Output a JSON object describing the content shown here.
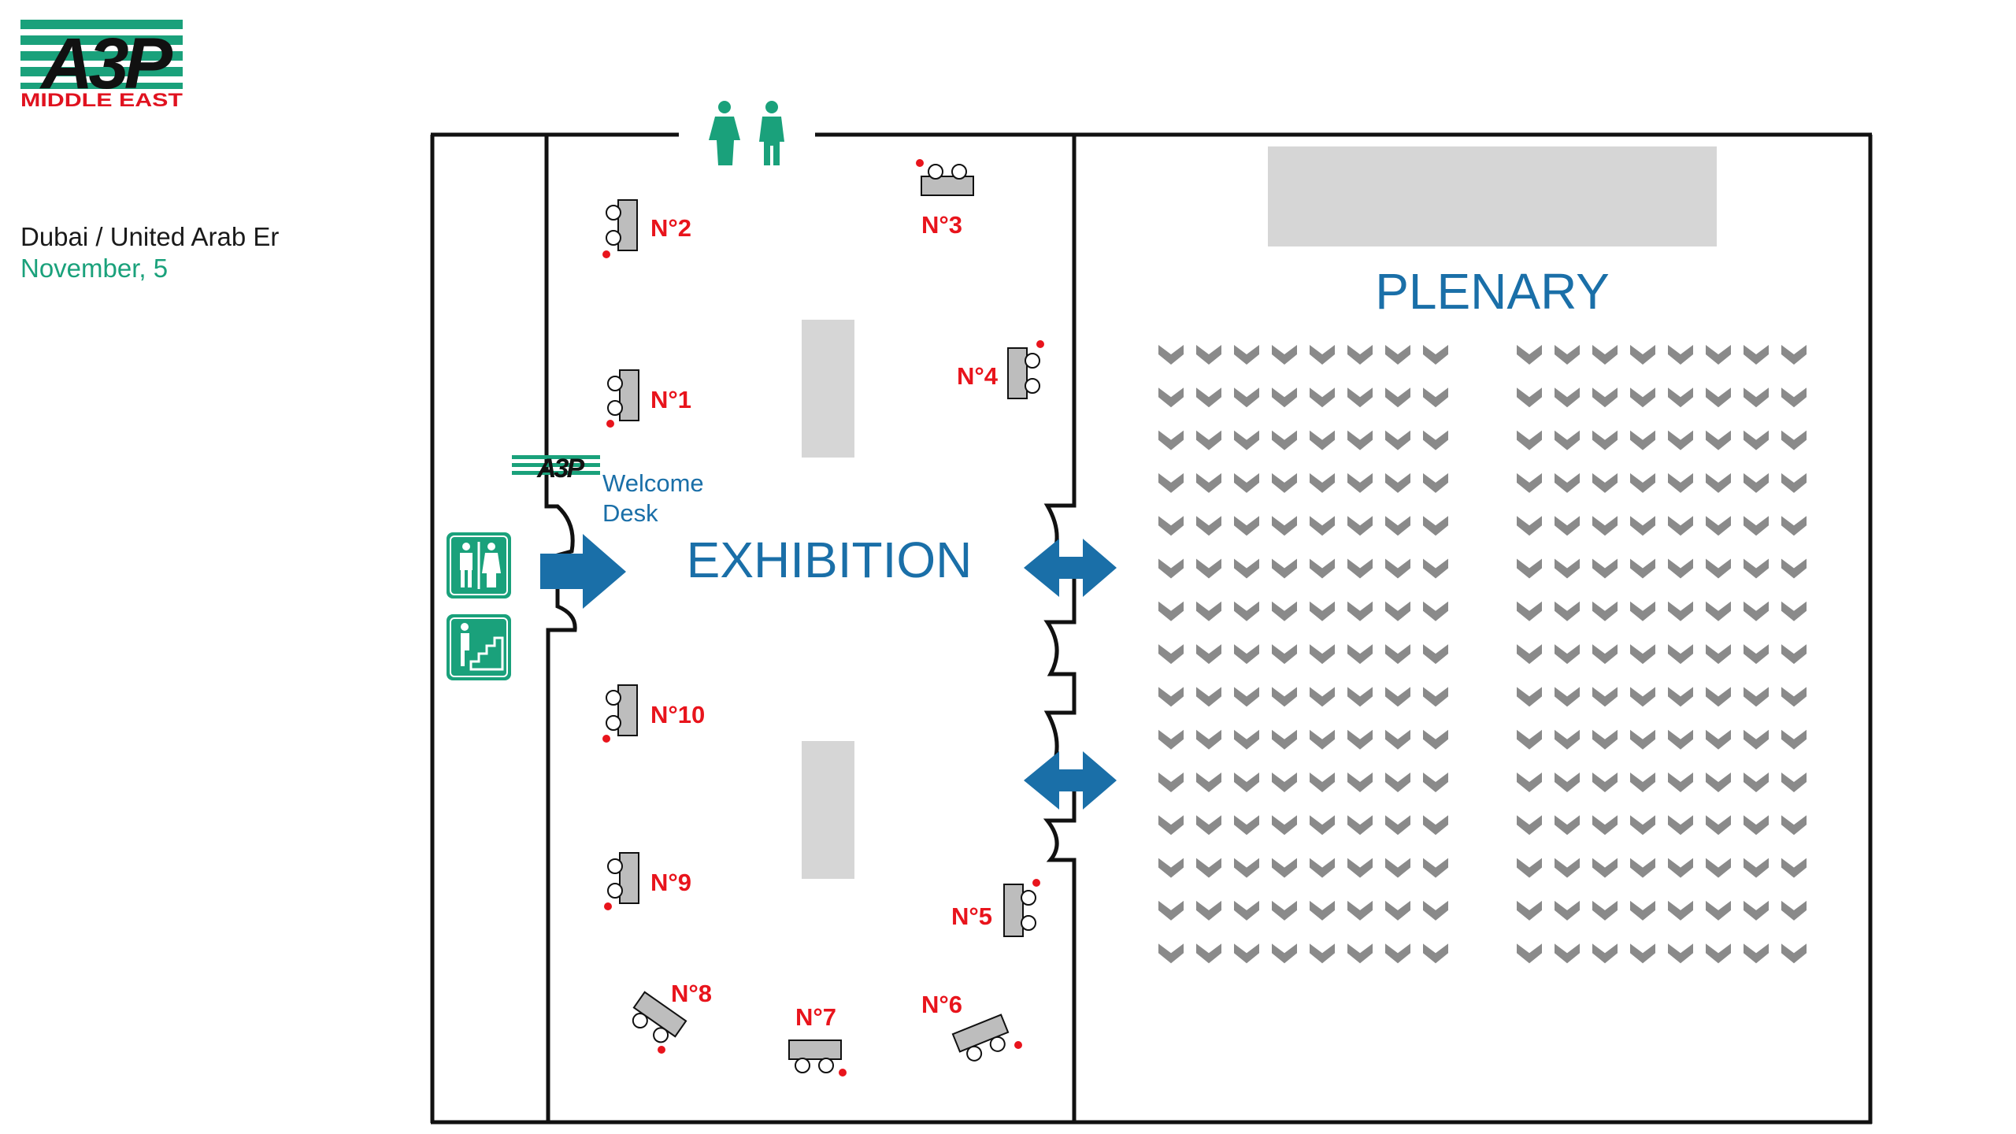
{
  "logo": {
    "mark_text": "A3P",
    "subtitle": "MIDDLE EAST",
    "colors": {
      "green": "#1aa17b",
      "red": "#e0121f",
      "black": "#111111"
    }
  },
  "event": {
    "location": "Dubai / United Arab Er",
    "date": "November, 5"
  },
  "colors": {
    "blue": "#1a6fa8",
    "red_label": "#e8141c",
    "table_gray": "#bdbdbd",
    "block_gray": "#d6d6d6",
    "seat_gray": "#8a8a8a",
    "wall": "#111111",
    "green": "#1aa17b"
  },
  "rooms": {
    "exhibition": "EXHIBITION",
    "plenary": "PLENARY"
  },
  "welcome_desk": {
    "line1": "Welcome",
    "line2": "Desk",
    "logo_text": "A3P"
  },
  "stands": [
    {
      "label": "N°1"
    },
    {
      "label": "N°2"
    },
    {
      "label": "N°3"
    },
    {
      "label": "N°4"
    },
    {
      "label": "N°5"
    },
    {
      "label": "N°6"
    },
    {
      "label": "N°7"
    },
    {
      "label": "N°8"
    },
    {
      "label": "N°9"
    },
    {
      "label": "N°10"
    }
  ],
  "icons": [
    "restroom-icon",
    "stairs-icon",
    "entrance-arrow-icon",
    "double-arrow-icon"
  ],
  "seating": {
    "rows": 15,
    "seats_per_row": 8,
    "blocks": 2
  }
}
